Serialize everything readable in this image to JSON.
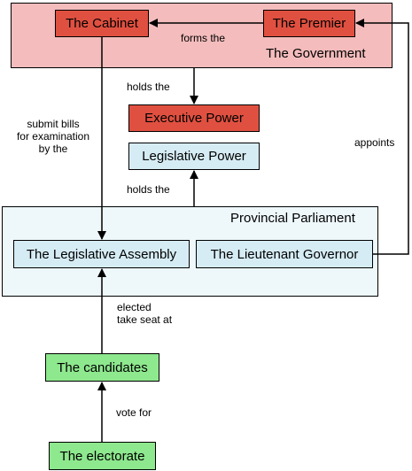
{
  "colors": {
    "government_fill": "#f4bcbc",
    "red_box": "#e05040",
    "blue_box": "#d6ecf4",
    "parliament_fill": "#eef8fb",
    "green_box": "#8ee88e",
    "line": "#000000"
  },
  "regions": {
    "government": "The Government",
    "parliament": "Provincial Parliament"
  },
  "nodes": {
    "cabinet": "The Cabinet",
    "premier": "The Premier",
    "executive_power": "Executive Power",
    "legislative_power": "Legislative Power",
    "legislative_assembly": "The Legislative Assembly",
    "lieutenant_governor": "The Lieutenant Governor",
    "candidates": "The candidates",
    "electorate": "The electorate"
  },
  "edges": {
    "forms_the": "forms the",
    "holds_the_top": "holds the",
    "submit_bills_line1": "submit bills",
    "submit_bills_line2": "for examination",
    "submit_bills_line3": "by the",
    "appoints": "appoints",
    "holds_the_bottom": "holds the",
    "elected_line1": "elected",
    "elected_line2": "take seat at",
    "vote_for": "vote for"
  }
}
